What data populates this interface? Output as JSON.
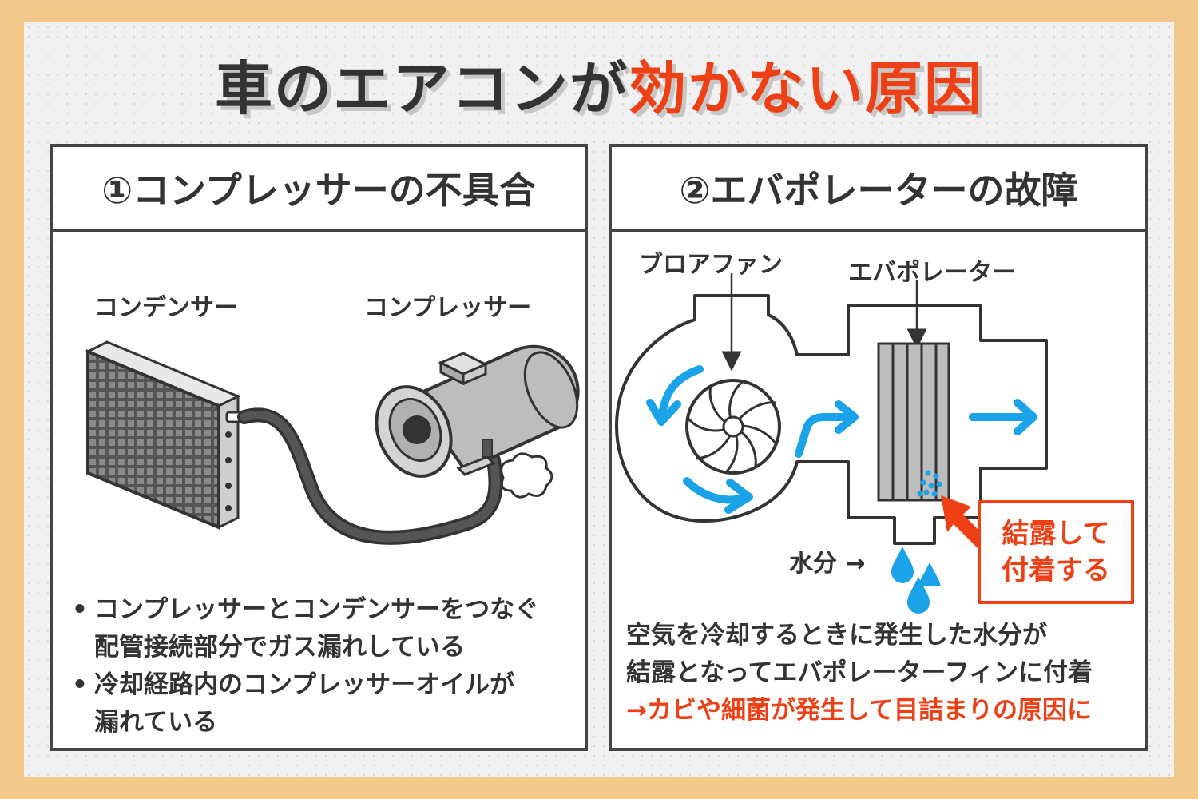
{
  "title": {
    "part1": "車のエアコンが",
    "part2": "効かない原因"
  },
  "left": {
    "heading": "①コンプレッサーの不具合",
    "label_condenser": "コンデンサー",
    "label_compressor": "コンプレッサー",
    "bullets": [
      {
        "line1": "コンプレッサーとコンデンサーをつなぐ",
        "line2": "配管接続部分でガス漏れしている"
      },
      {
        "line1": "冷却経路内のコンプレッサーオイルが",
        "line2": "漏れている"
      }
    ]
  },
  "right": {
    "heading": "②エバポレーターの故障",
    "label_blower": "ブロアファン",
    "label_evaporator": "エバポレーター",
    "label_water": "水分 →",
    "callout_line1": "結露して",
    "callout_line2": "付着する",
    "desc_line1": "空気を冷却するときに発生した水分が",
    "desc_line2": "結露となってエバポレーターフィンに付着",
    "desc_line3": "→カビや細菌が発生して目詰まりの原因に"
  },
  "colors": {
    "accent": "#ee3f15",
    "blue": "#1aa3e8",
    "frame": "#f2c98a",
    "ink": "#333333"
  }
}
